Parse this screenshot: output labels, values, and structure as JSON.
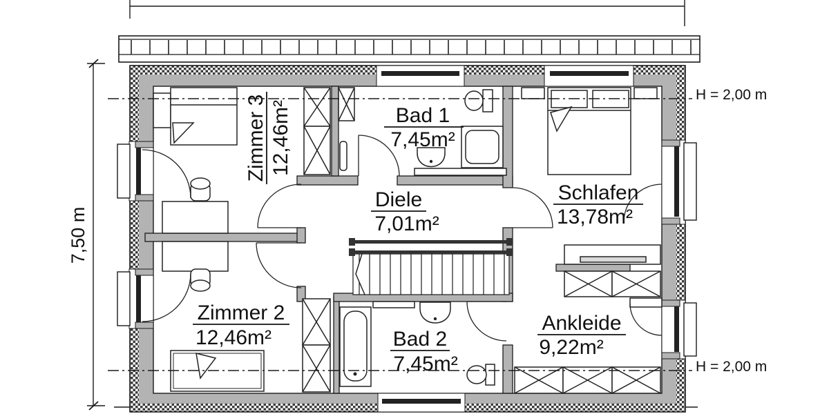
{
  "rooms": {
    "zimmer3": {
      "name": "Zimmer 3",
      "area": "12,46m²"
    },
    "bad1": {
      "name": "Bad 1",
      "area": "7,45m²"
    },
    "schlafen": {
      "name": "Schlafen",
      "area": "13,78m²"
    },
    "diele": {
      "name": "Diele",
      "area": "7,01m²"
    },
    "zimmer2": {
      "name": "Zimmer 2",
      "area": "12,46m²"
    },
    "bad2": {
      "name": "Bad 2",
      "area": "7,45m²"
    },
    "ankleide": {
      "name": "Ankleide",
      "area": "9,22m²"
    }
  },
  "dimensions": {
    "total_depth": "7,50 m",
    "knee_height_top": "H = 2,00 m",
    "knee_height_bottom": "H = 2,00 m"
  },
  "colors": {
    "wall_fill": "#b3b3b3",
    "line": "#1a1a1a",
    "background": "#ffffff"
  }
}
